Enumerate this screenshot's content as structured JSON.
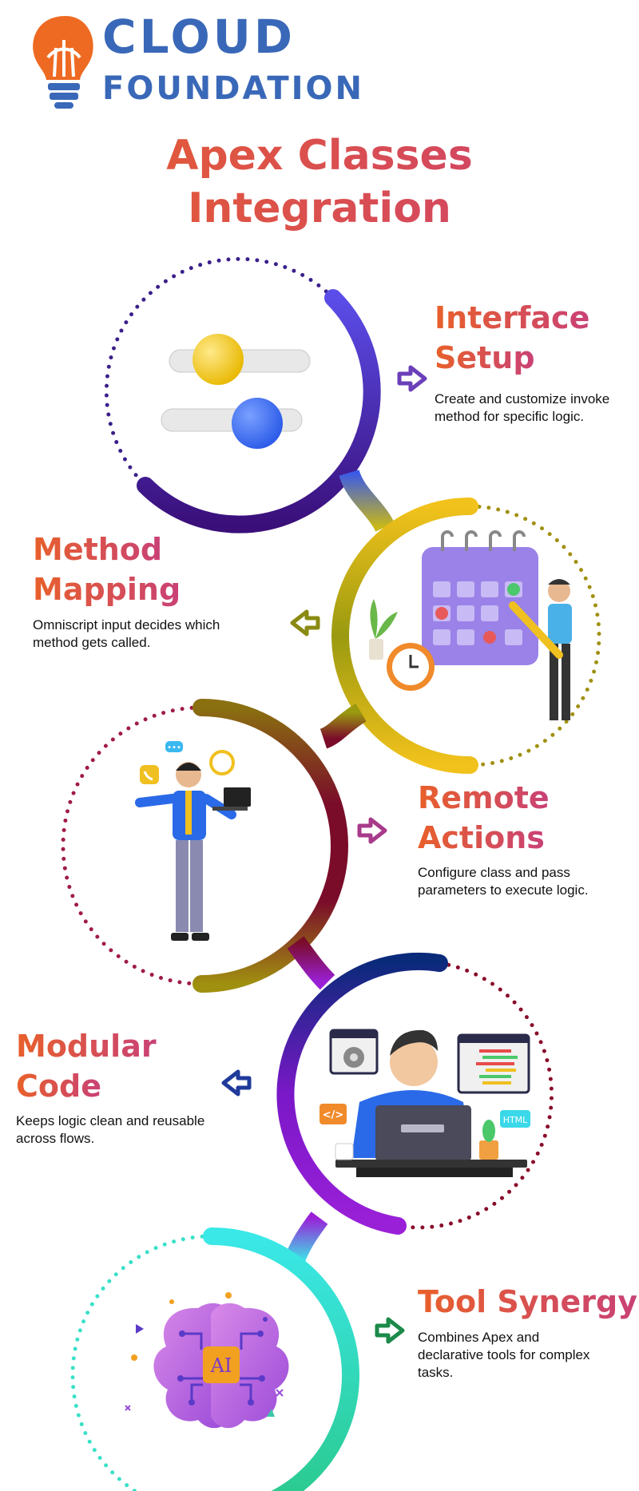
{
  "logo": {
    "line1": "CLOUD",
    "line2": "FOUNDATION",
    "icon": "lightbulb-icon"
  },
  "title": {
    "line1": "Apex Classes",
    "line2": "Integration"
  },
  "steps": [
    {
      "heading1": "Interface",
      "heading2": "Setup",
      "desc1": "Create and customize invoke",
      "desc2": "method for specific logic.",
      "icon": "toggle-sliders-illustration",
      "arrow_color": "#6a3fb8"
    },
    {
      "heading1": "Method",
      "heading2": "Mapping",
      "desc1": "Omniscript input decides which",
      "desc2": "method gets called.",
      "icon": "calendar-planner-illustration",
      "arrow_color": "#8a8a12"
    },
    {
      "heading1": "Remote",
      "heading2": "Actions",
      "desc1": "Configure class and pass",
      "desc2": "parameters to execute logic.",
      "icon": "support-agent-illustration",
      "arrow_color": "#a83a8a"
    },
    {
      "heading1": "Modular",
      "heading2": "Code",
      "desc1": "Keeps logic clean and reusable",
      "desc2": "across flows.",
      "icon": "developer-workstation-illustration",
      "arrow_color": "#1f3a9a"
    },
    {
      "heading1": "Tool Synergy",
      "heading2": "",
      "desc1": "Combines Apex and",
      "desc2": "declarative tools for complex",
      "desc3": "tasks.",
      "icon": "ai-brain-illustration",
      "arrow_color": "#1c8a4a"
    }
  ],
  "illustration_text": {
    "html_tag": "HTML",
    "code_tag": "</>",
    "ai_chip": "AI",
    "chat_dots": "•••"
  }
}
